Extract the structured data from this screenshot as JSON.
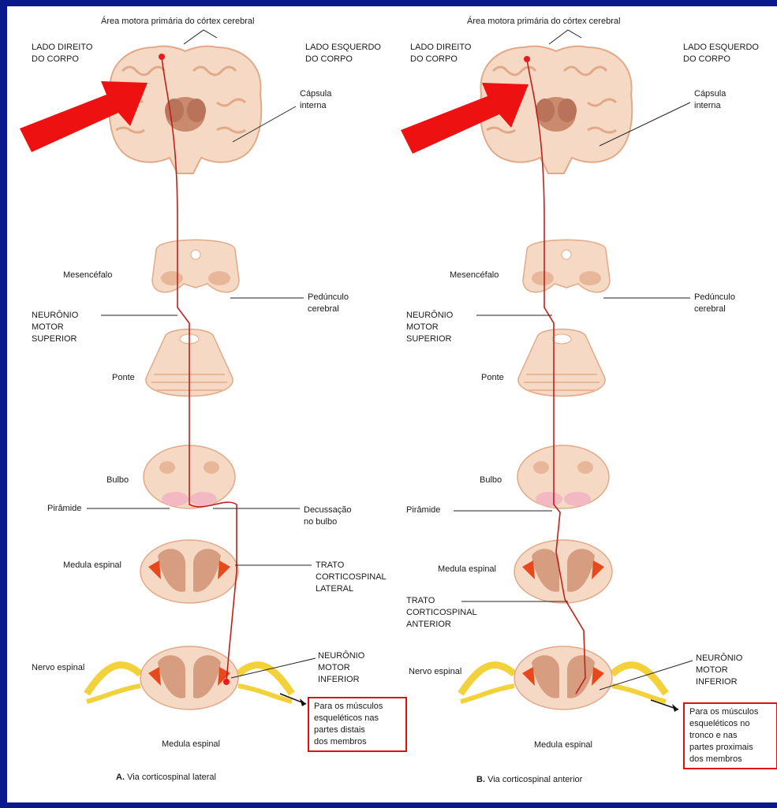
{
  "panels": [
    {
      "id": "A",
      "top_label": "Área motora primária do córtex cerebral",
      "right_side_label": "LADO DIREITO\nDO CORPO",
      "left_side_label": "LADO ESQUERDO\nDO CORPO",
      "capsula": "Cápsula\ninterna",
      "mesencefalo": "Mesencéfalo",
      "pedunculo": "Pedúnculo\ncerebral",
      "neuronio_sup": "NEURÔNIO\nMOTOR\nSUPERIOR",
      "ponte": "Ponte",
      "bulbo": "Bulbo",
      "piramide": "Pirâmide",
      "decussacao": "Decussação\nno bulbo",
      "medula1": "Medula espinal",
      "trato": "TRATO\nCORTICOSPINAL\nLATERAL",
      "nervo": "Nervo espinal",
      "neuronio_inf": "NEURÔNIO\nMOTOR\nINFERIOR",
      "medula2": "Medula espinal",
      "box": "Para os músculos\nesqueléticos nas\npartes distais\ndos membros",
      "caption_letter": "A.",
      "caption_text": "Via corticospinal lateral"
    },
    {
      "id": "B",
      "top_label": "Área motora primária do córtex cerebral",
      "right_side_label": "LADO DIREITO\nDO CORPO",
      "left_side_label": "LADO ESQUERDO\nDO CORPO",
      "capsula": "Cápsula\ninterna",
      "mesencefalo": "Mesencéfalo",
      "pedunculo": "Pedúnculo\ncerebral",
      "neuronio_sup": "NEURÔNIO\nMOTOR\nSUPERIOR",
      "ponte": "Ponte",
      "bulbo": "Bulbo",
      "piramide": "Pirâmide",
      "medula1": "Medula espinal",
      "trato": "TRATO\nCORTICOSPINAL\nANTERIOR",
      "nervo": "Nervo espinal",
      "neuronio_inf": "NEURÔNIO\nMOTOR\nINFERIOR",
      "medula2": "Medula espinal",
      "box": "Para os músculos\nesqueléticos no\ntronco e nas\npartes proximais\ndos membros",
      "caption_letter": "B.",
      "caption_text": "Via corticospinal anterior"
    }
  ],
  "colors": {
    "frame": "#0a1a8c",
    "tissue": "#f5d9c4",
    "tissue_dark": "#e8b79a",
    "tract": "#c0201a",
    "arrow": "#ee1111",
    "nerve": "#f2d13a",
    "highlight_box": "#e01010"
  }
}
